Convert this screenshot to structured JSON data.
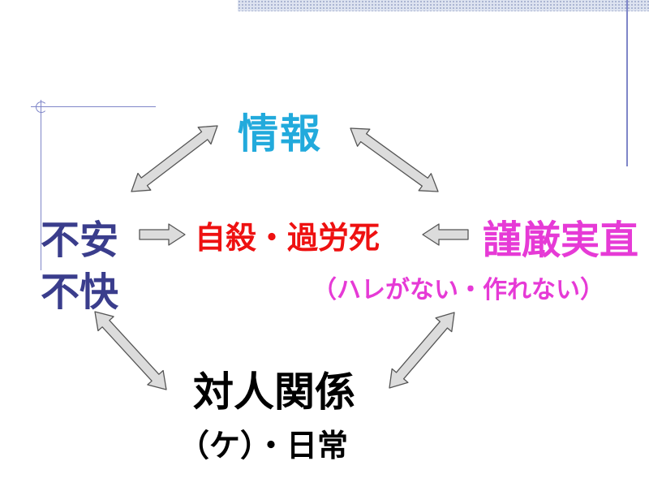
{
  "nodes": {
    "top": "情報",
    "center": "自殺・過労死",
    "left_line1": "不安",
    "left_line2": "不快",
    "right": "謹厳実直",
    "right_sub": "（ハレがない・作れない）",
    "bottom": "対人関係",
    "bottom_sub": "（ケ）・日常"
  },
  "colors": {
    "top": "#22aadc",
    "center": "#ee1111",
    "left": "#3a3d8c",
    "right": "#e63ad6",
    "bottom": "#000000",
    "arrow_fill": "#dcdcdc",
    "arrow_stroke": "#555555"
  },
  "edges": [
    {
      "from": "left",
      "to": "top",
      "type": "double-arrow"
    },
    {
      "from": "top",
      "to": "right",
      "type": "double-arrow"
    },
    {
      "from": "left",
      "to": "bottom",
      "type": "double-arrow"
    },
    {
      "from": "bottom",
      "to": "right",
      "type": "double-arrow"
    },
    {
      "from": "left",
      "to": "center",
      "type": "arrow"
    },
    {
      "from": "right",
      "to": "center",
      "type": "arrow"
    }
  ]
}
